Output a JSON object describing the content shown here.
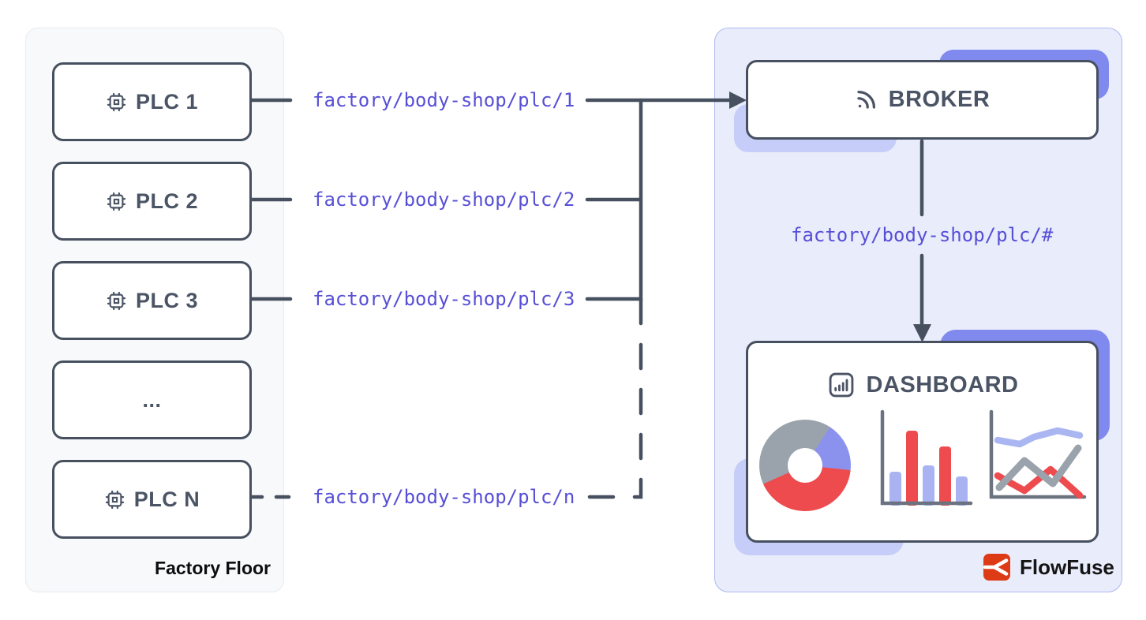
{
  "factory_panel": {
    "label": "Factory Floor",
    "plcs": [
      {
        "label": "PLC 1",
        "topic": "factory/body-shop/plc/1"
      },
      {
        "label": "PLC 2",
        "topic": "factory/body-shop/plc/2"
      },
      {
        "label": "PLC 3",
        "topic": "factory/body-shop/plc/3"
      },
      {
        "label": "..."
      },
      {
        "label": "PLC N",
        "topic": "factory/body-shop/plc/n"
      }
    ]
  },
  "cloud_panel": {
    "broker": {
      "label": "BROKER",
      "icon": "rss-icon"
    },
    "subscription_topic": "factory/body-shop/plc/#",
    "dashboard": {
      "label": "DASHBOARD",
      "icon": "bar-chart-icon",
      "charts": {
        "donut": {
          "type": "pie",
          "segments": [
            {
              "color": "#9aa2ac",
              "from": 0,
              "to": 33
            },
            {
              "color": "#8b92ee",
              "from": 33,
              "to": 96
            },
            {
              "color": "#ee4b4f",
              "from": 96,
              "to": 246
            },
            {
              "color": "#9aa2ac",
              "from": 246,
              "to": 360
            }
          ]
        },
        "bar": {
          "type": "bar",
          "values": [
            40,
            92,
            48,
            72,
            34
          ],
          "colors": [
            "#a9b3f1",
            "#ee4b4f",
            "#a9b3f1",
            "#ee4b4f",
            "#a9b3f1"
          ]
        },
        "line": {
          "type": "line",
          "series": [
            {
              "name": "blue",
              "color": "#a9b6f2",
              "points": [
                [
                  16,
                  40
                ],
                [
                  44,
                  45
                ],
                [
                  62,
                  36
                ],
                [
                  92,
                  28
                ],
                [
                  120,
                  34
                ]
              ]
            },
            {
              "name": "gray",
              "color": "#9aa2ac",
              "points": [
                [
                  18,
                  100
                ],
                [
                  50,
                  66
                ],
                [
                  86,
                  95
                ],
                [
                  118,
                  50
                ]
              ]
            },
            {
              "name": "red",
              "color": "#ee4b4f",
              "points": [
                [
                  16,
                  85
                ],
                [
                  50,
                  104
                ],
                [
                  83,
                  77
                ],
                [
                  120,
                  110
                ]
              ]
            }
          ]
        }
      }
    },
    "brand": {
      "label": "FlowFuse"
    }
  },
  "colors": {
    "line_slate": "#47505f",
    "text_slate": "#4b5465",
    "topic_indigo": "#574fd6",
    "cloud_bg": "#e9ecfb",
    "cloud_border": "#aeb9ef",
    "factory_bg": "#f8f9fb",
    "accent_purple": "#8089ee",
    "accent_lavender": "#c6cdf8",
    "chart_red": "#ee4b4f",
    "chart_gray": "#9aa2ac",
    "chart_periwinkle": "#a9b3f1",
    "flowfuse_red": "#dd3a16"
  }
}
